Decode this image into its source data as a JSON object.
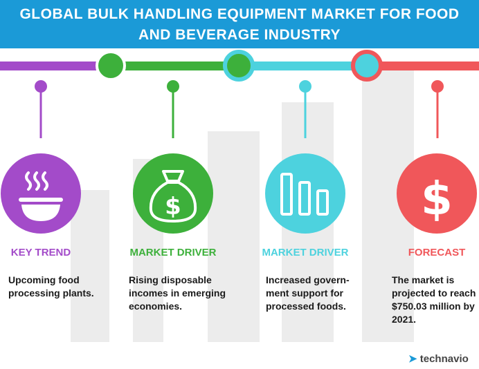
{
  "header": {
    "title_line1": "GLOBAL BULK HANDLING EQUIPMENT MARKET FOR FOOD",
    "title_line2": "AND BEVERAGE INDUSTRY"
  },
  "colors": {
    "header_bg": "#1b9ad7",
    "purple": "#a34bc9",
    "green": "#3db03b",
    "cyan": "#4dd2de",
    "red": "#f0575a"
  },
  "items": [
    {
      "label": "KEY TREND",
      "text": "Upcoming food processing plants.",
      "icon": "steaming-bowl-icon",
      "color": "#a34bc9"
    },
    {
      "label": "MARKET DRIVER",
      "text": "Rising disposable incomes in emerging economies.",
      "icon": "money-bag-icon",
      "color": "#3db03b"
    },
    {
      "label": "MARKET DRIVER",
      "text": "Increased govern-ment support for processed foods.",
      "icon": "bar-chart-icon",
      "color": "#4dd2de"
    },
    {
      "label": "FORECAST",
      "text": "The market is projected to reach $750.03 million by 2021.",
      "icon": "dollar-sign-icon",
      "color": "#f0575a"
    }
  ],
  "brand": "technavio"
}
